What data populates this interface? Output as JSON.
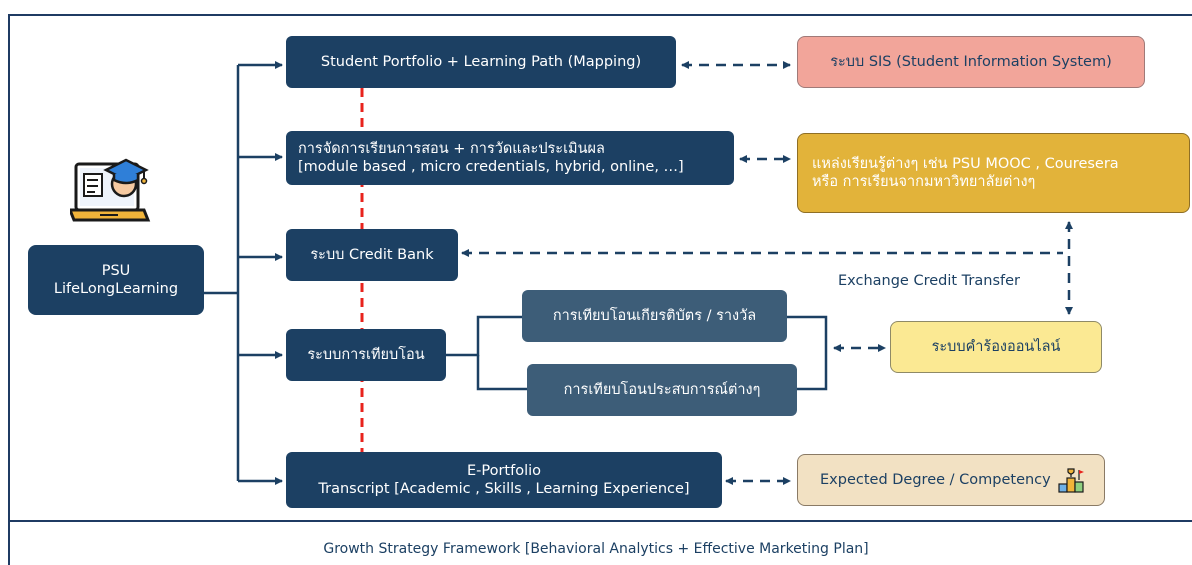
{
  "root": {
    "line1": "PSU",
    "line2": "LifeLongLearning"
  },
  "nodes": {
    "portfolio": "Student Portfolio + Learning Path (Mapping)",
    "teaching_line1": "การจัดการเรียนการสอน + การวัดและประเมินผล",
    "teaching_line2": "[module based , micro credentials, hybrid, online, …]",
    "credit_bank": "ระบบ Credit Bank",
    "transfer": "ระบบการเทียบโอน",
    "transfer_certificate": "การเทียบโอนเกียรติบัตร / รางวัล",
    "transfer_experience": "การเทียบโอนประสบการณ์ต่างๆ",
    "eportfolio_line1": "E-Portfolio",
    "eportfolio_line2": "Transcript [Academic , Skills , Learning Experience]"
  },
  "external": {
    "sis": "ระบบ SIS (Student Information System)",
    "sources_line1": "แหล่งเรียนรู้ต่างๆ  เช่น PSU MOOC , Couresera",
    "sources_line2": "หรือ การเรียนจากมหาวิทยาลัยต่างๆ",
    "online_request": "ระบบคำร้องออนไลน์",
    "expected_degree": "Expected Degree / Competency"
  },
  "labels": {
    "exchange": "Exchange Credit Transfer"
  },
  "footer": "Growth Strategy Framework [Behavioral Analytics + Effective Marketing Plan]",
  "colors": {
    "navy": "#1c4063",
    "slate": "#3d5d78",
    "red_dash": "#e8231d",
    "gold": "#e2b33a",
    "salmon": "#f2a59a",
    "light_yellow": "#fbe993",
    "beige": "#f2e1c3"
  },
  "icons": [
    "graduate-laptop-icon",
    "podium-trophy-icon"
  ]
}
